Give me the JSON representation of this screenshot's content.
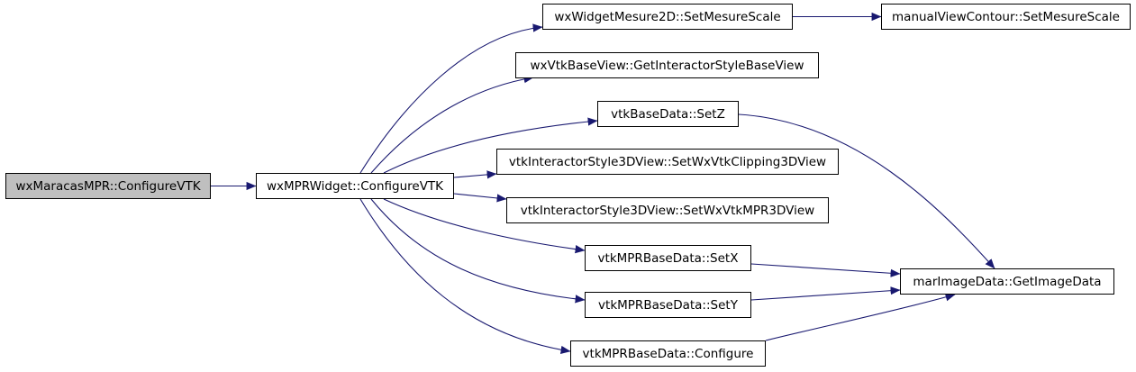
{
  "graph": {
    "nodes": [
      {
        "id": "root",
        "label": "wxMaracasMPR::ConfigureVTK",
        "current": true
      },
      {
        "id": "n1",
        "label": "wxMPRWidget::ConfigureVTK"
      },
      {
        "id": "n2",
        "label": "wxWidgetMesure2D::SetMesureScale"
      },
      {
        "id": "n3",
        "label": "manualViewContour::SetMesureScale"
      },
      {
        "id": "n4",
        "label": "wxVtkBaseView::GetInteractorStyleBaseView"
      },
      {
        "id": "n5",
        "label": "vtkBaseData::SetZ"
      },
      {
        "id": "n6",
        "label": "vtkInteractorStyle3DView::SetWxVtkClipping3DView"
      },
      {
        "id": "n7",
        "label": "vtkInteractorStyle3DView::SetWxVtkMPR3DView"
      },
      {
        "id": "n8",
        "label": "vtkMPRBaseData::SetX"
      },
      {
        "id": "n9",
        "label": "marImageData::GetImageData"
      },
      {
        "id": "n10",
        "label": "vtkMPRBaseData::SetY"
      },
      {
        "id": "n11",
        "label": "vtkMPRBaseData::Configure"
      }
    ],
    "edges": [
      {
        "from": "root",
        "to": "n1"
      },
      {
        "from": "n1",
        "to": "n2"
      },
      {
        "from": "n2",
        "to": "n3"
      },
      {
        "from": "n1",
        "to": "n4"
      },
      {
        "from": "n1",
        "to": "n5"
      },
      {
        "from": "n1",
        "to": "n6"
      },
      {
        "from": "n1",
        "to": "n7"
      },
      {
        "from": "n1",
        "to": "n8"
      },
      {
        "from": "n1",
        "to": "n10"
      },
      {
        "from": "n1",
        "to": "n11"
      },
      {
        "from": "n5",
        "to": "n9"
      },
      {
        "from": "n8",
        "to": "n9"
      },
      {
        "from": "n10",
        "to": "n9"
      },
      {
        "from": "n11",
        "to": "n9"
      }
    ],
    "edge_color": "#191970",
    "root_fill": "#bfbfbf"
  }
}
